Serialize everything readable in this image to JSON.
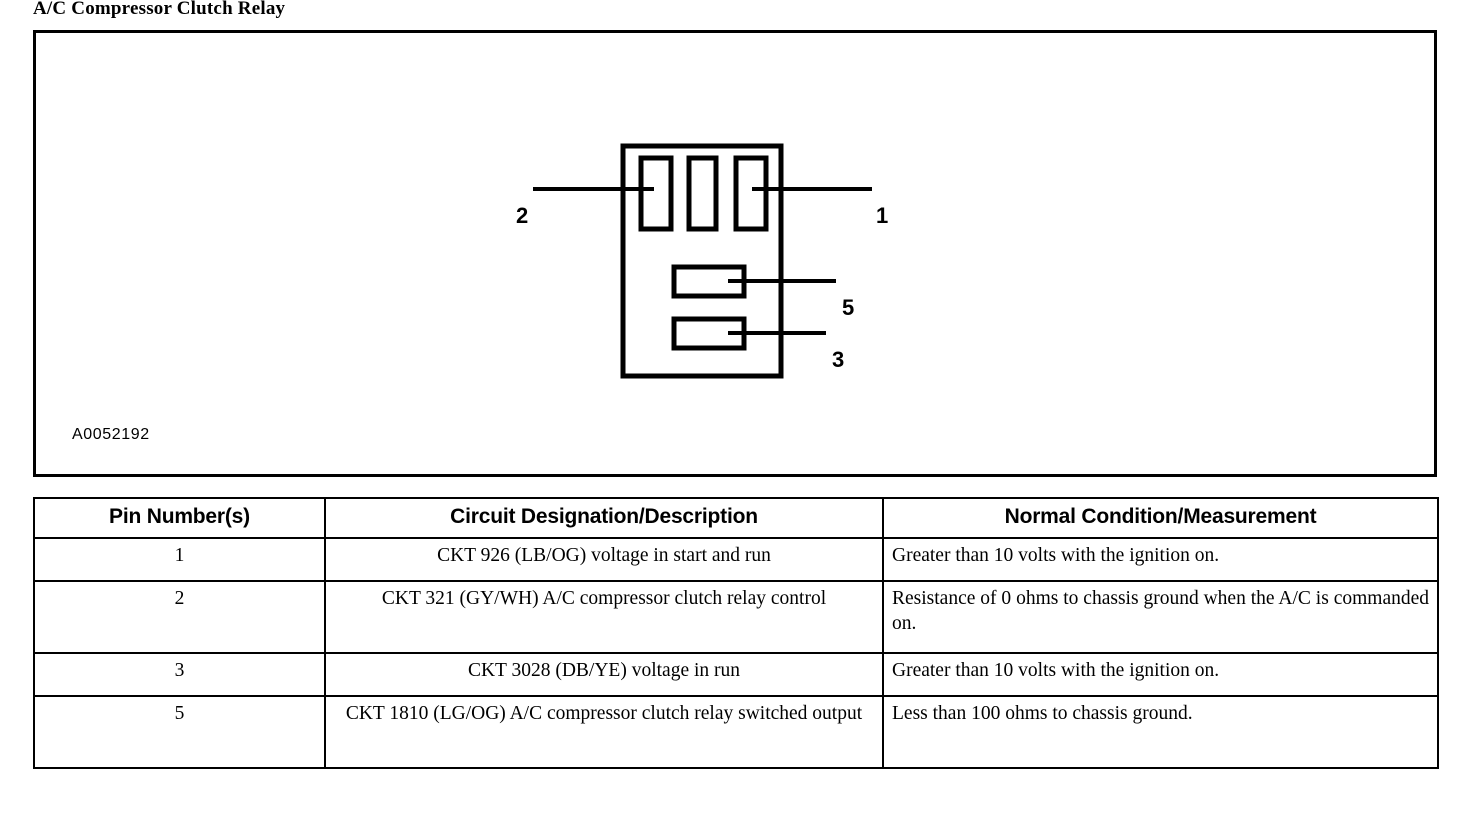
{
  "title": "A/C Compressor Clutch Relay",
  "figure": {
    "caption": "A0052192",
    "alt": "relay-connector-pinout",
    "callouts": [
      {
        "label": "2",
        "side": "left",
        "pin": "upper-left-blade"
      },
      {
        "label": "1",
        "side": "right",
        "pin": "upper-right-blade"
      },
      {
        "label": "5",
        "side": "right",
        "pin": "lower-upper-blade"
      },
      {
        "label": "3",
        "side": "right",
        "pin": "lower-lower-blade"
      }
    ]
  },
  "table": {
    "headers": [
      "Pin Number(s)",
      "Circuit Designation/Description",
      "Normal Condition/Measurement"
    ],
    "rows": [
      {
        "pin": "1",
        "description": "CKT 926 (LB/OG) voltage in start and run",
        "measurement": "Greater than 10 volts with the ignition on."
      },
      {
        "pin": "2",
        "description": "CKT 321 (GY/WH) A/C compressor clutch relay control",
        "measurement": "Resistance of 0 ohms to chassis ground when the A/C is commanded on."
      },
      {
        "pin": "3",
        "description": "CKT 3028 (DB/YE) voltage in run",
        "measurement": "Greater than 10 volts with the ignition on."
      },
      {
        "pin": "5",
        "description": "CKT 1810 (LG/OG) A/C compressor clutch relay switched output",
        "measurement": "Less than 100 ohms to chassis ground."
      }
    ]
  },
  "colors": {
    "ink": "#000000",
    "paper": "#ffffff"
  }
}
